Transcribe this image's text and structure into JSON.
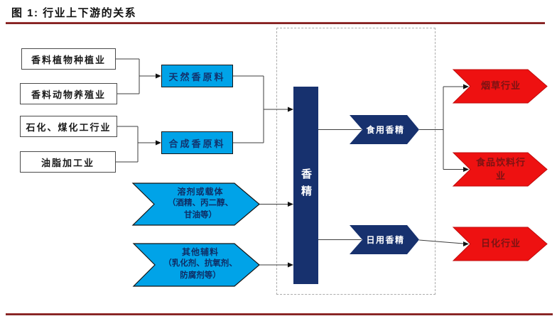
{
  "figure": {
    "title": "图 1: 行业上下游的关系"
  },
  "upstream": {
    "suppliers": [
      {
        "label": "香料植物种植业"
      },
      {
        "label": "香料动物养殖业"
      },
      {
        "label": "石化、煤化工行业"
      },
      {
        "label": "油脂加工业"
      }
    ],
    "raw_materials": [
      {
        "label": "天然香原料"
      },
      {
        "label": "合成香原料"
      }
    ],
    "additives": [
      {
        "name": "溶剂或载体",
        "examples": "（酒精、丙二醇、甘油等）"
      },
      {
        "name": "其他辅料",
        "examples": "（乳化剂、抗氧剂、防腐剂等）"
      }
    ]
  },
  "core": {
    "label": "香精"
  },
  "products": [
    {
      "label": "食用香精"
    },
    {
      "label": "日用香精"
    }
  ],
  "downstream": [
    {
      "label": "烟草行业"
    },
    {
      "label": "食品饮料行业"
    },
    {
      "label": "日化行业"
    }
  ],
  "colors": {
    "cyan": "#00a3e8",
    "navy": "#17316e",
    "bright_red": "#ee1111",
    "dark_red_text": "#7c1313",
    "rule_red": "#8b2020"
  }
}
